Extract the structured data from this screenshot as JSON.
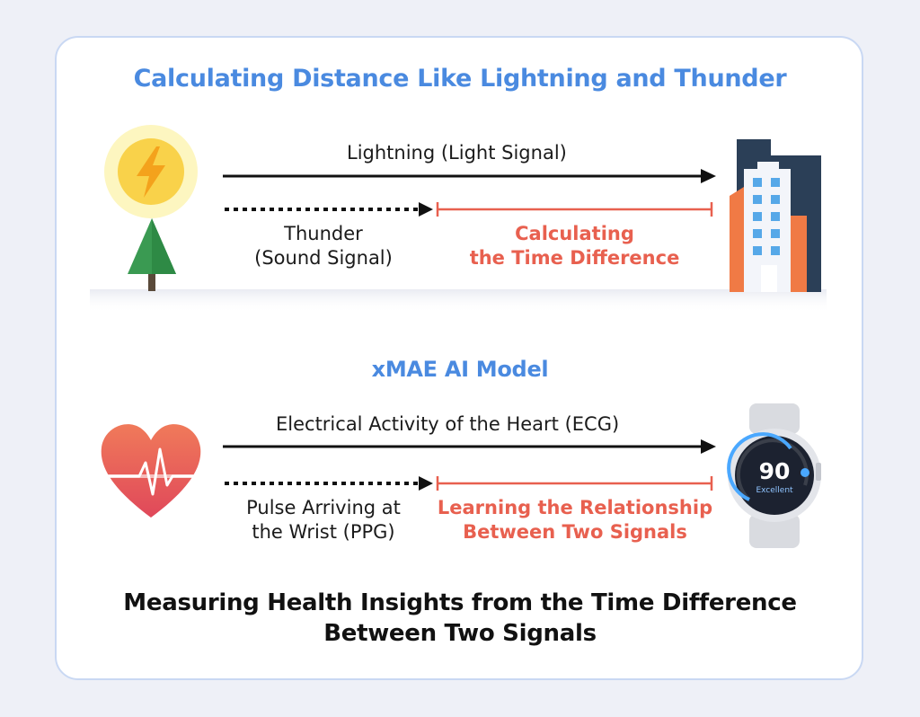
{
  "colors": {
    "title_blue": "#4a8ae0",
    "highlight_red": "#e8604f",
    "arrow_black": "#111111",
    "bg": "#eef0f7"
  },
  "top_section": {
    "title": "Calculating Distance Like Lightning and Thunder",
    "solid_arrow_label": "Lightning (Light Signal)",
    "dotted_arrow_label_line1": "Thunder",
    "dotted_arrow_label_line2": "(Sound Signal)",
    "interval_label_line1": "Calculating",
    "interval_label_line2": "the Time Difference",
    "icons": [
      "lightning-sun-icon",
      "tree-icon",
      "building-icon"
    ]
  },
  "bottom_section": {
    "title": "xMAE AI Model",
    "solid_arrow_label": "Electrical Activity of the Heart (ECG)",
    "dotted_arrow_label_line1": "Pulse Arriving at",
    "dotted_arrow_label_line2": "the Wrist (PPG)",
    "interval_label_line1": "Learning the Relationship",
    "interval_label_line2": "Between Two Signals",
    "icons": [
      "heart-pulse-icon",
      "smartwatch-icon"
    ],
    "watch": {
      "score": "90",
      "status": "Excellent"
    }
  },
  "footer": {
    "line1": "Measuring Health Insights from the Time Difference",
    "line2": "Between Two Signals"
  }
}
